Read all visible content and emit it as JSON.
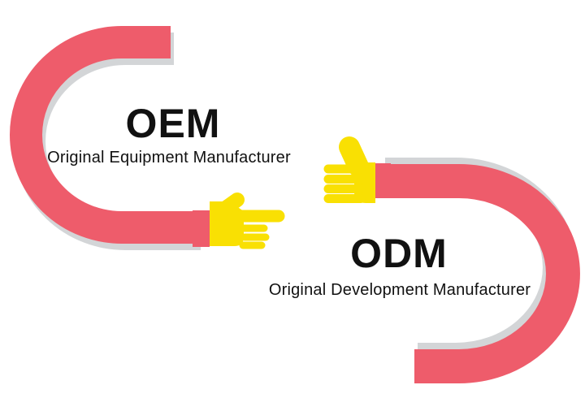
{
  "oem": {
    "title": "OEM",
    "subtitle": "Original Equipment Manufacturer"
  },
  "odm": {
    "title": "ODM",
    "subtitle": "Original Development Manufacturer"
  },
  "icons": {
    "left_hand": "pointing-finger-icon",
    "right_hand": "thumbs-up-icon"
  },
  "colors": {
    "arm_red": "#EE5C6B",
    "shadow_gray": "#D3D5D7",
    "hand_yellow": "#F9E003",
    "text_black": "#111111",
    "background": "#FFFFFF"
  }
}
